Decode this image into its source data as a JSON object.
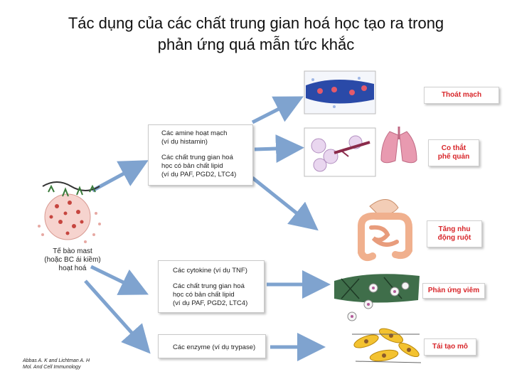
{
  "title": {
    "line1": "Tác dụng của các chất trung gian hoá học tạo ra trong",
    "line2": "phản ứng quá mẫn tức khắc"
  },
  "cell": {
    "label_line1": "Tế bào mast",
    "label_line2": "(hoặc BC ái kiềm)",
    "label_line3": "hoạt hoá"
  },
  "boxes": {
    "top": {
      "line1": "Các amine hoạt mạch",
      "line2": "(ví dụ histamin)",
      "line3": "Các chất trung gian hoá",
      "line4": "học có bản chất lipid",
      "line5": "(ví dụ PAF, PGD2, LTC4)"
    },
    "middle": {
      "line1": "Các cytokine (ví dụ TNF)",
      "line2": "Các chất trung gian hoá",
      "line3": "học có bản chất lipid",
      "line4": "(ví dụ PAF, PGD2, LTC4)"
    },
    "bottom": {
      "line1": "Các enzyme (ví dụ trypase)"
    }
  },
  "effects": {
    "vascular": {
      "line1": "Thoát mạch"
    },
    "bronchial": {
      "line1": "Co thắt",
      "line2": "phế quản"
    },
    "intestinal": {
      "line1": "Tăng nhu",
      "line2": "động ruột"
    },
    "inflammation": {
      "line1": "Phản ứng viêm"
    },
    "remodeling": {
      "line1": "Tái tạo mô"
    }
  },
  "citation": {
    "line1": "Abbas A. K and Lichtman A. H",
    "line2": "Mol. And Cell Immunology"
  },
  "colors": {
    "arrow": "#7fa3cf",
    "effect_text": "#d8262a",
    "vessel": "#1f3f9a",
    "cell_pink": "#f3c7c2",
    "lung_pink": "#e89ab0",
    "gut": "#f0c0a0",
    "tissue_green": "#3f6e4a",
    "fibroblast_yellow": "#f3c230"
  }
}
